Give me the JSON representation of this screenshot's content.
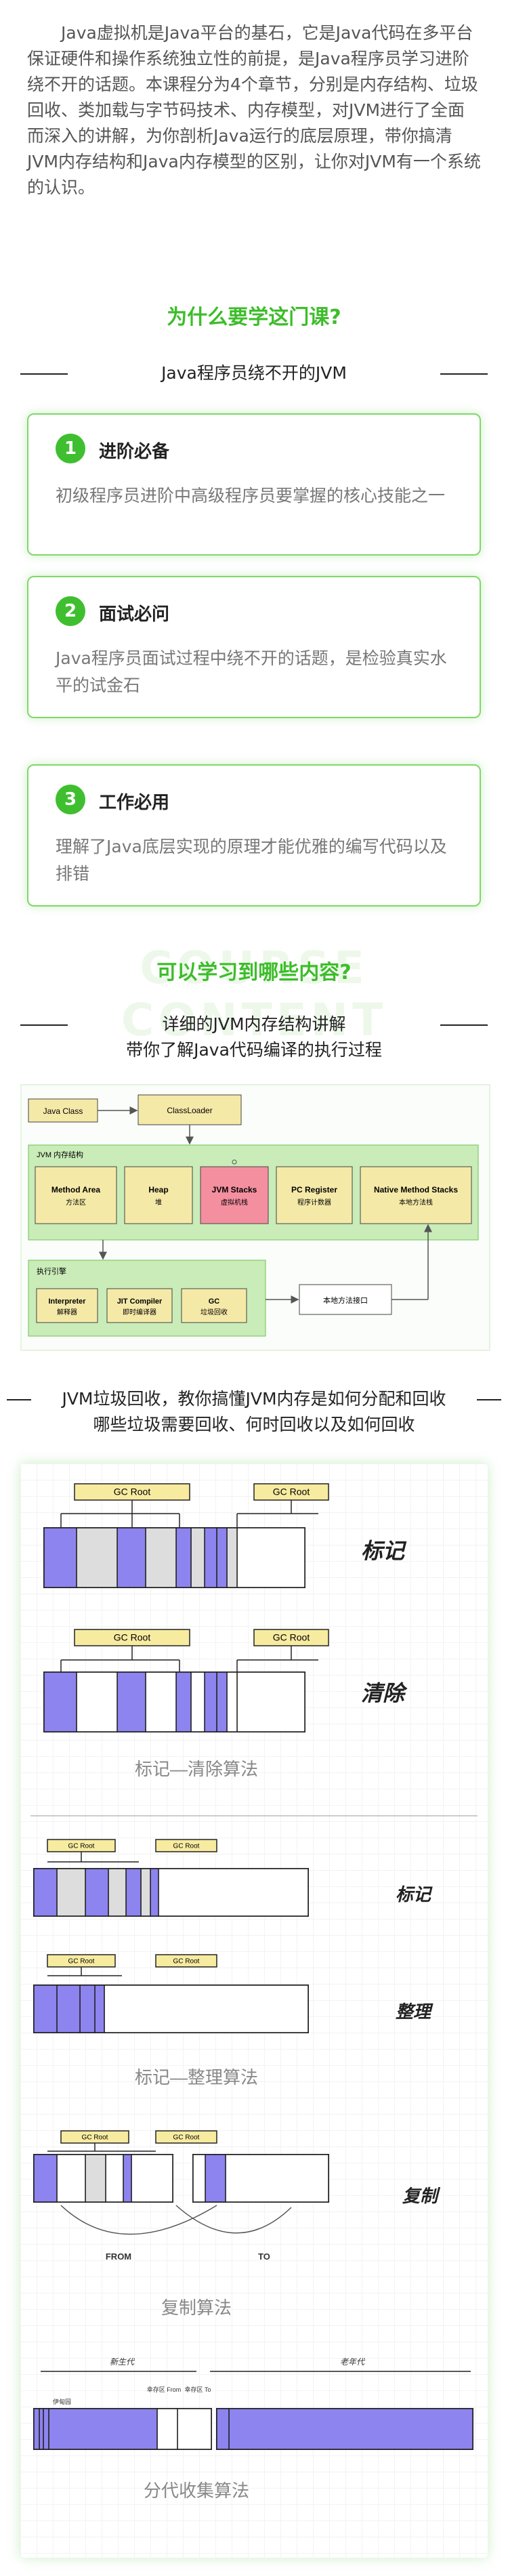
{
  "intro": "Java虚拟机是Java平台的基石，它是Java代码在多平台保证硬件和操作系统独立性的前提，是Java程序员学习进阶绕不开的话题。本课程分为4个章节，分别是内存结构、垃圾回收、类加载与字节码技术、内存模型，对JVM进行了全面而深入的讲解，为你剖析Java运行的底层原理，带你搞清JVM内存结构和Java内存模型的区别，让你对JVM有一个系统的认识。",
  "why": {
    "title": "为什么要学这门课?",
    "subtitle": "Java程序员绕不开的JVM",
    "cards": [
      {
        "num": "1",
        "title": "进阶必备",
        "desc": "初级程序员进阶中高级程序员要掌握的核心技能之一"
      },
      {
        "num": "2",
        "title": "面试必问",
        "desc": "Java程序员面试过程中绕不开的话题，是检验真实水平的试金石"
      },
      {
        "num": "3",
        "title": "工作必用",
        "desc": "理解了Java底层实现的原理才能优雅的编写代码以及排错"
      }
    ]
  },
  "content": {
    "bg_word": "COURSE CONTENT",
    "title": "可以学习到哪些内容?",
    "item1_line1": "详细的JVM内存结构讲解",
    "item1_line2": "带你了解Java代码编译的执行过程",
    "item2_line1": "JVM垃圾回收，教你搞懂JVM内存是如何分配和回收",
    "item2_line2": "哪些垃圾需要回收、何时回收以及如何回收"
  },
  "jvm_diagram": {
    "java_class": "Java Class",
    "class_loader": "ClassLoader",
    "memory_label": "JVM 内存结构",
    "areas": [
      {
        "en": "Method Area",
        "cn": "方法区"
      },
      {
        "en": "Heap",
        "cn": "堆"
      },
      {
        "en": "JVM Stacks",
        "cn": "虚拟机栈"
      },
      {
        "en": "PC Register",
        "cn": "程序计数器"
      },
      {
        "en": "Native Method Stacks",
        "cn": "本地方法栈"
      }
    ],
    "engine_label": "执行引擎",
    "engine": [
      {
        "en": "Interpreter",
        "cn": "解释器"
      },
      {
        "en": "JIT Compiler",
        "cn": "即时编译器"
      },
      {
        "en": "GC",
        "cn": "垃圾回收"
      }
    ],
    "native_interface": "本地方法接口",
    "colors": {
      "highlight": "#f48fa0",
      "yellow": "#f5e9a8",
      "green": "#a8e08f"
    }
  },
  "gc_diagram": {
    "gc_root": "GC Root",
    "mark": "标记",
    "sweep": "清除",
    "algo_mark_sweep": "标记—清除算法",
    "compact": "整理",
    "algo_mark_compact": "标记—整理算法",
    "copy": "复制",
    "from": "FROM",
    "to": "TO",
    "algo_copy": "复制算法",
    "young": "新生代",
    "old": "老年代",
    "eden": "伊甸园",
    "survivor_from": "幸存区 From",
    "survivor_to": "幸存区 To",
    "algo_generational": "分代收集算法",
    "colors": {
      "live": "#8d84ef",
      "garbage": "#dddddd",
      "label": "#f7eba0"
    }
  }
}
